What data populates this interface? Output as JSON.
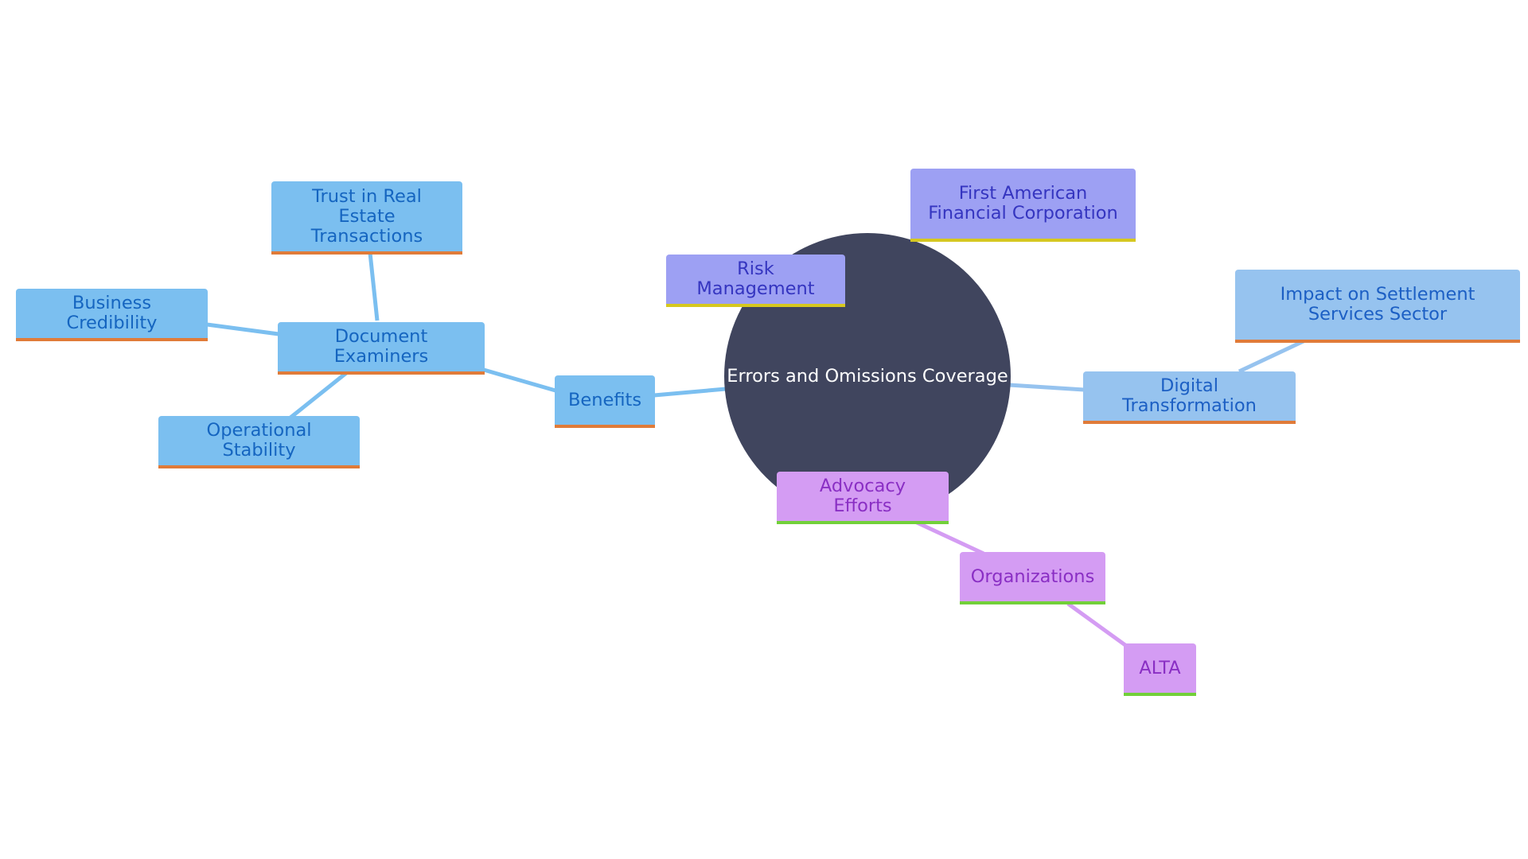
{
  "center": {
    "label": "Errors and Omissions Coverage"
  },
  "nodes": {
    "benefits": "Benefits",
    "document_examiners": "Document Examiners",
    "trust_real_estate": "Trust in Real Estate Transactions",
    "business_credibility": "Business Credibility",
    "operational_stability": "Operational Stability",
    "risk_management": "Risk Management",
    "first_american": "First American Financial Corporation",
    "digital_transformation": "Digital Transformation",
    "impact_settlement": "Impact on Settlement Services Sector",
    "advocacy_efforts": "Advocacy Efforts",
    "organizations": "Organizations",
    "alta": "ALTA"
  },
  "colors": {
    "center_fill": "#40455e",
    "blue_branch": "#7bbff0",
    "lightblue_branch": "#96c3ef",
    "indigo_branch": "#9da0f3",
    "purple_branch": "#d49cf3",
    "orange_underline": "#e07b39",
    "yellow_underline": "#d6c81f",
    "green_underline": "#72d03a"
  }
}
